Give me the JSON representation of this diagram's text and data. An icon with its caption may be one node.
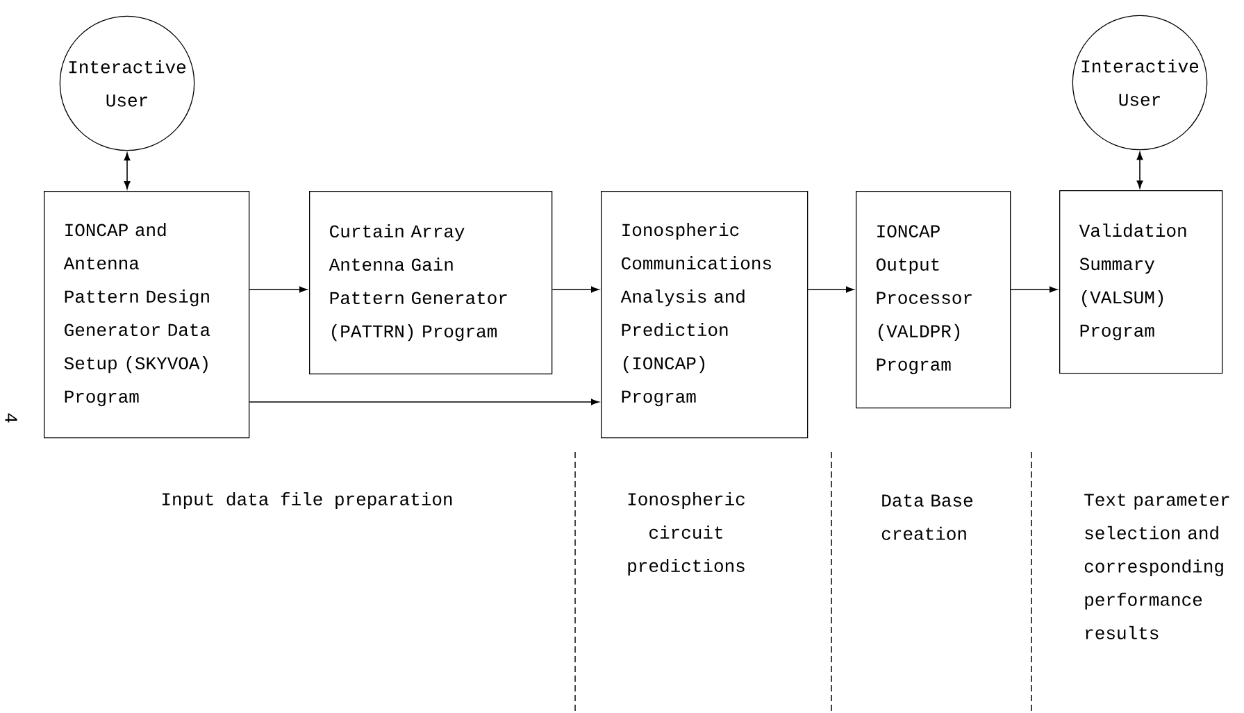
{
  "diagram": {
    "nodes": [
      {
        "text": [
          "Interactive User"
        ]
      },
      {
        "text": [
          "IONCAP and Antenna Pattern Design Generator Data Setup (SKYVOA) Program"
        ]
      },
      {
        "text": [
          "Curtain Array Antenna Gain Pattern Generator (PATTRN) Program"
        ]
      },
      {
        "text": [
          "Ionospheric Communications Analysis and Prediction (IONCAP) Program"
        ]
      },
      {
        "text": [
          "IONCAP Output Processor (VALDPR) Program"
        ]
      },
      {
        "text": [
          "Validation Summary (VALSUM) Program"
        ]
      },
      {
        "text": [
          "Interactive User"
        ]
      }
    ],
    "edges": [
      {
        "from": 0,
        "to": 1,
        "arrow": "both"
      },
      {
        "from": 1,
        "to": 2,
        "arrow": "to"
      },
      {
        "from": 2,
        "to": 3,
        "arrow": "to"
      },
      {
        "from": 1,
        "to": 3,
        "arrow": "to"
      },
      {
        "from": 3,
        "to": 4,
        "arrow": "to"
      },
      {
        "from": 4,
        "to": 5,
        "arrow": "to"
      },
      {
        "from": 6,
        "to": 5,
        "arrow": "both"
      }
    ],
    "labels": [
      "4",
      "Input data file preparation",
      "Ionospheric circuit predictions",
      "Data Base creation",
      "Text parameter selection and corresponding performance results"
    ]
  }
}
